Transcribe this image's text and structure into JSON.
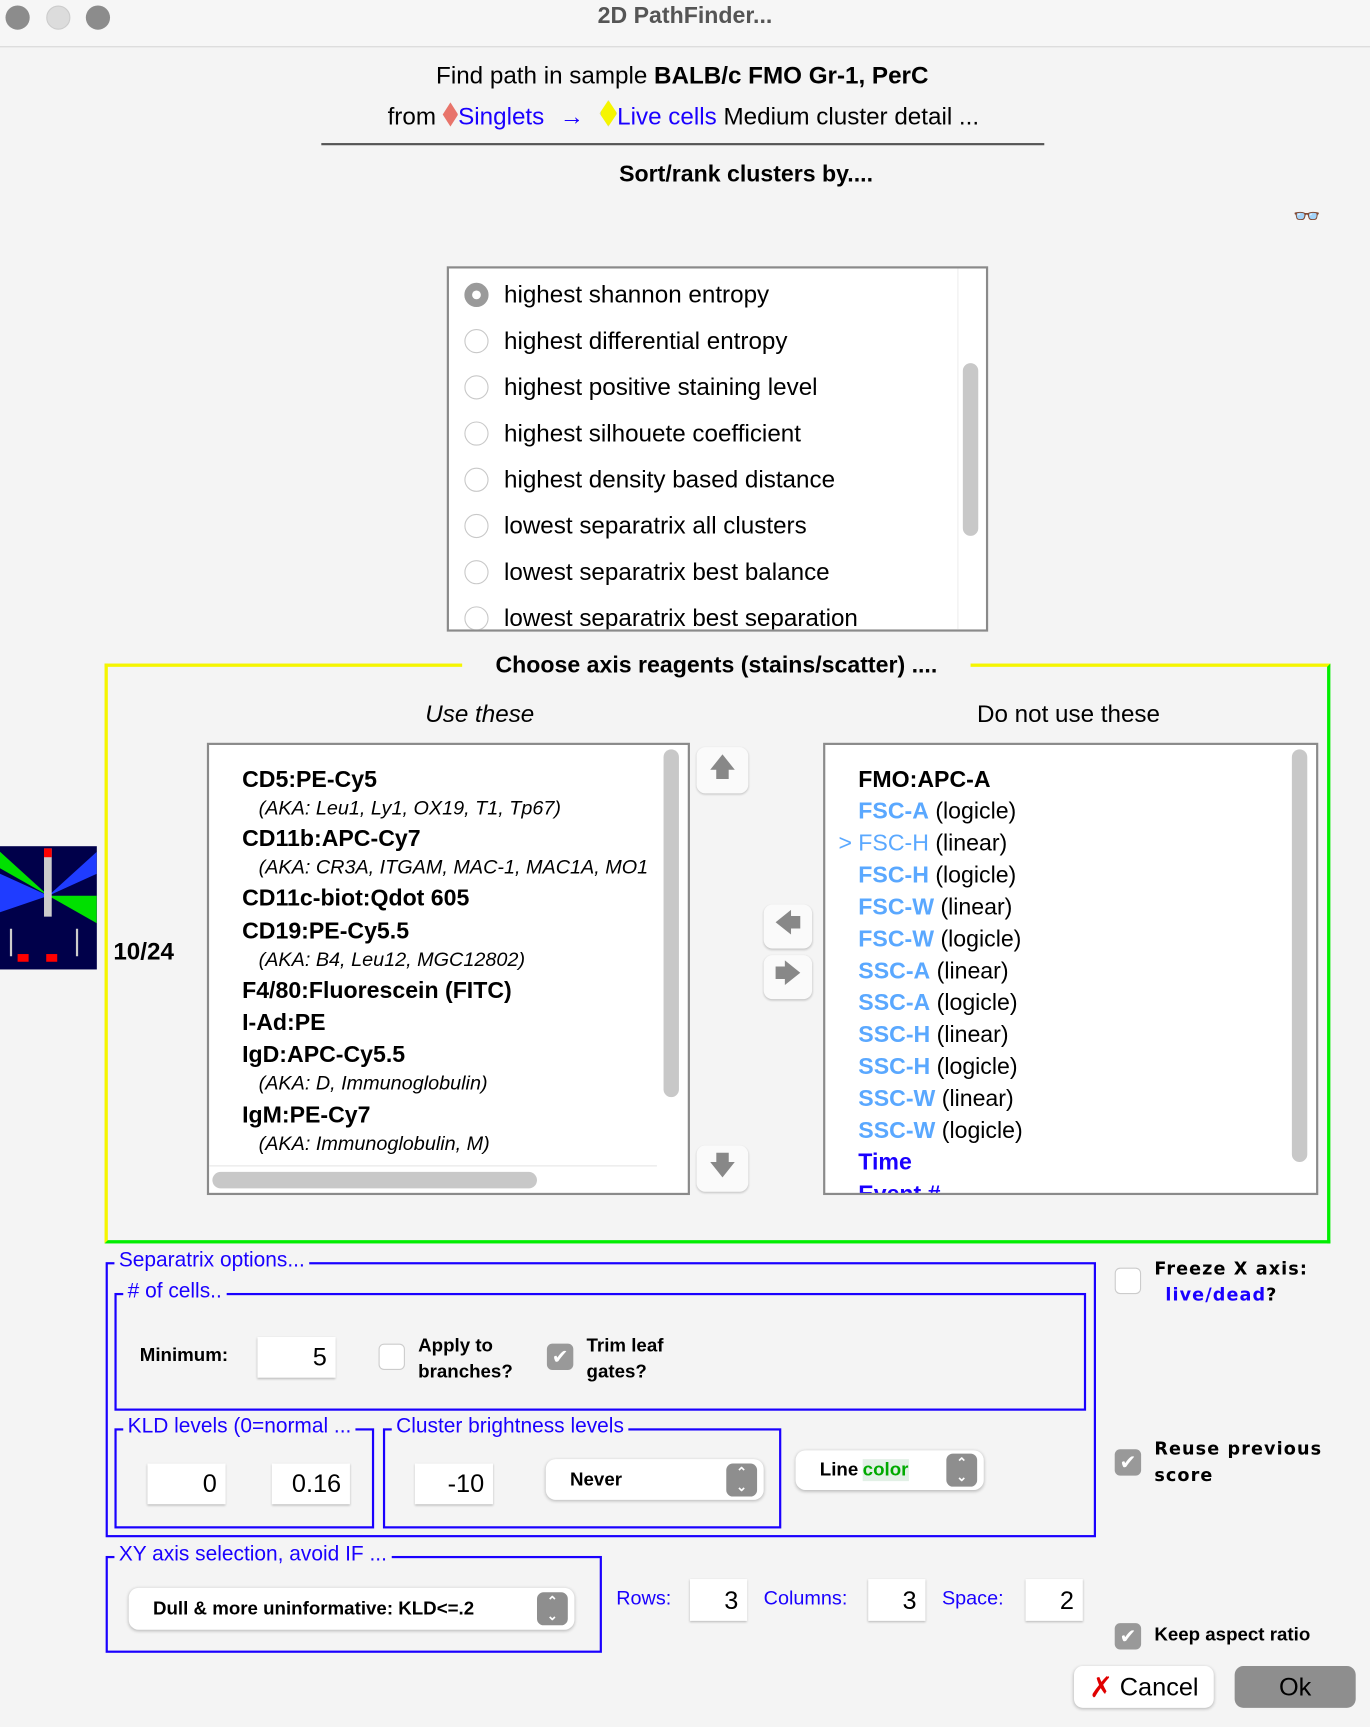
{
  "window": {
    "title": "2D PathFinder..."
  },
  "header": {
    "line1_prefix": "Find path in sample ",
    "sample": "BALB/c FMO Gr-1, PerC",
    "from_label": "from",
    "from_gate": "Singlets",
    "to_gate": "Live cells",
    "detail": "Medium cluster detail ...",
    "from_gate_color": "#e8746a",
    "to_gate_color": "#f5f500"
  },
  "sort": {
    "title": "Sort/rank clusters by....",
    "options": [
      {
        "label": "highest shannon entropy",
        "selected": true
      },
      {
        "label": "highest differential entropy",
        "selected": false
      },
      {
        "label": "highest positive staining level",
        "selected": false
      },
      {
        "label": "highest silhouete coefficient",
        "selected": false
      },
      {
        "label": "highest density based distance",
        "selected": false
      },
      {
        "label": "lowest separatrix all clusters",
        "selected": false
      },
      {
        "label": "lowest separatrix best balance",
        "selected": false
      },
      {
        "label": "lowest separatrix best separation",
        "selected": false
      }
    ]
  },
  "reagents": {
    "title": "Choose axis reagents (stains/scatter) ....",
    "count": "10/24",
    "use_header": "Use these",
    "dont_use_header": "Do not use these",
    "use_items": [
      {
        "text": "CD5:PE-Cy5",
        "kind": "main"
      },
      {
        "text": "(AKA: Leu1, Ly1, OX19, T1, Tp67)",
        "kind": "aka"
      },
      {
        "text": "CD11b:APC-Cy7",
        "kind": "main"
      },
      {
        "text": "(AKA: CR3A, ITGAM, MAC-1, MAC1A, MO1",
        "kind": "aka"
      },
      {
        "text": "CD11c-biot:Qdot 605",
        "kind": "main"
      },
      {
        "text": "CD19:PE-Cy5.5",
        "kind": "main"
      },
      {
        "text": "(AKA: B4, Leu12, MGC12802)",
        "kind": "aka"
      },
      {
        "text": "F4/80:Fluorescein (FITC)",
        "kind": "main"
      },
      {
        "text": "I-Ad:PE",
        "kind": "main"
      },
      {
        "text": "IgD:APC-Cy5.5",
        "kind": "main"
      },
      {
        "text": "(AKA: D, Immunoglobulin)",
        "kind": "aka"
      },
      {
        "text": "IgM:PE-Cy7",
        "kind": "main"
      },
      {
        "text": "(AKA: Immunoglobulin, M)",
        "kind": "aka"
      }
    ],
    "dont_use_items": [
      {
        "name": "FMO:APC-A",
        "suffix": "",
        "style": "black",
        "marker": ""
      },
      {
        "name": "FSC-A",
        "suffix": " (logicle)",
        "style": "scatter",
        "marker": ""
      },
      {
        "name": "FSC-H",
        "suffix": " (linear)",
        "style": "scatter-plain",
        "marker": ">"
      },
      {
        "name": "FSC-H",
        "suffix": " (logicle)",
        "style": "scatter",
        "marker": ""
      },
      {
        "name": "FSC-W",
        "suffix": " (linear)",
        "style": "scatter",
        "marker": ""
      },
      {
        "name": "FSC-W",
        "suffix": " (logicle)",
        "style": "scatter",
        "marker": ""
      },
      {
        "name": "SSC-A",
        "suffix": " (linear)",
        "style": "scatter",
        "marker": ""
      },
      {
        "name": "SSC-A",
        "suffix": " (logicle)",
        "style": "scatter",
        "marker": ""
      },
      {
        "name": "SSC-H",
        "suffix": " (linear)",
        "style": "scatter",
        "marker": ""
      },
      {
        "name": "SSC-H",
        "suffix": " (logicle)",
        "style": "scatter",
        "marker": ""
      },
      {
        "name": "SSC-W",
        "suffix": " (linear)",
        "style": "scatter",
        "marker": ""
      },
      {
        "name": "SSC-W",
        "suffix": " (logicle)",
        "style": "scatter",
        "marker": ""
      },
      {
        "name": "Time",
        "suffix": "",
        "style": "blue",
        "marker": ""
      },
      {
        "name": "Event #",
        "suffix": "",
        "style": "blue",
        "marker": ""
      }
    ]
  },
  "separatrix": {
    "title": "Separatrix options...",
    "cells_title": "# of cells..",
    "minimum_label": "Minimum:",
    "minimum_value": "5",
    "apply_label_1": "Apply to",
    "apply_label_2": "branches?",
    "apply_checked": false,
    "trim_label_1": "Trim leaf",
    "trim_label_2": "gates?",
    "trim_checked": true,
    "kld_title": "KLD levels (0=normal ...",
    "kld_low": "0",
    "kld_high": "0.16",
    "brightness_title": "Cluster brightness levels",
    "brightness_value": "-10",
    "brightness_select": "Never",
    "line_label": "Line ",
    "line_color_word": "color"
  },
  "xy": {
    "title": "XY axis selection, avoid IF ...",
    "select": "Dull & more uninformative: KLD<=.2",
    "rows_label": "Rows:",
    "rows": "3",
    "columns_label": "Columns:",
    "columns": "3",
    "space_label": "Space:",
    "space": "2"
  },
  "side": {
    "freeze_label": "Freeze X axis:",
    "freeze_param": "live/dead",
    "freeze_q": "?",
    "freeze_checked": false,
    "reuse_label_1": "Reuse previous",
    "reuse_label_2": "score",
    "reuse_checked": true,
    "aspect_label": "Keep aspect ratio",
    "aspect_checked": true
  },
  "buttons": {
    "cancel": "Cancel",
    "ok": "Ok"
  },
  "colors": {
    "accent_blue": "#1a00ff",
    "scatter_blue": "#5aa8ff",
    "frame_yellow": "#f5f500",
    "frame_green": "#00ee00"
  }
}
